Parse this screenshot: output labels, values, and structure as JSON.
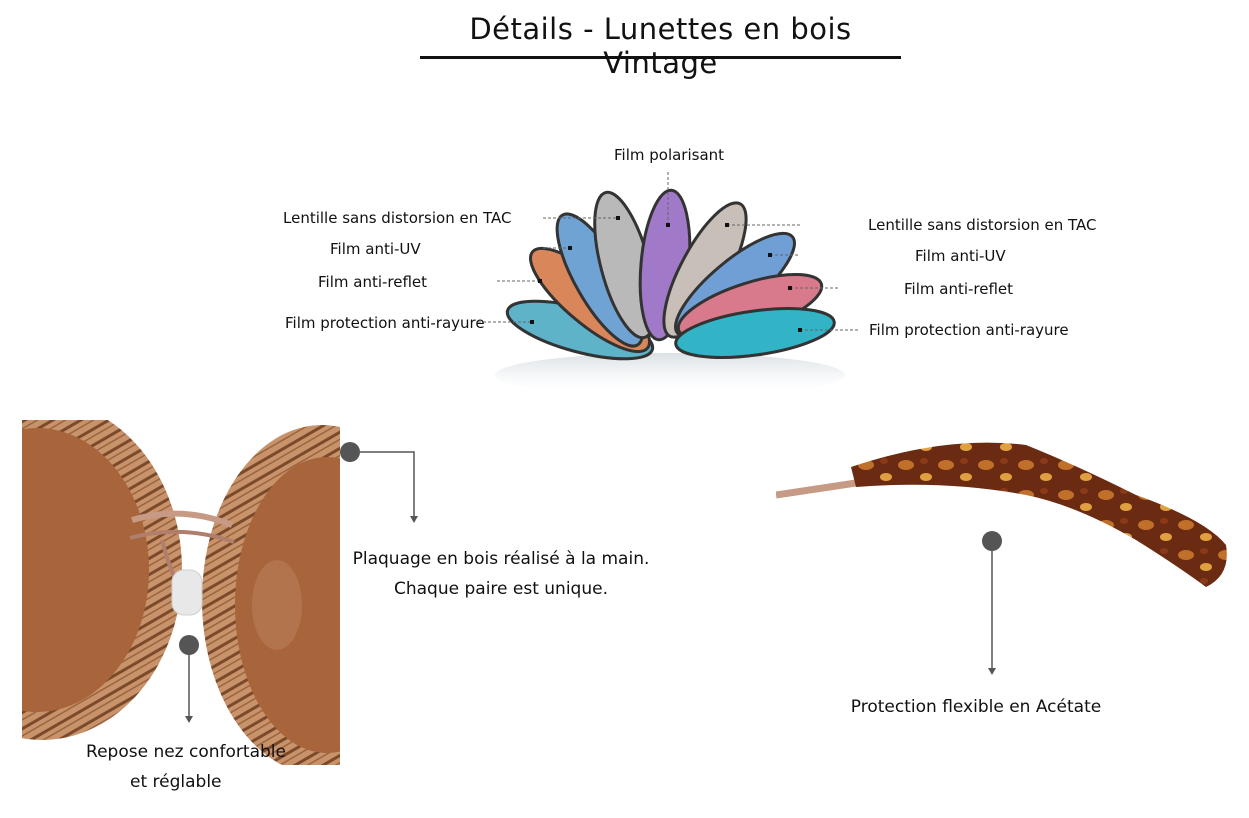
{
  "title": "Détails - Lunettes en bois Vintage",
  "lens_layers": {
    "top": "Film polarisant",
    "left": [
      "Lentille sans distorsion en TAC",
      "Film anti-UV",
      "Film anti-reflet",
      "Film protection anti-rayure"
    ],
    "right": [
      "Lentille sans distorsion en TAC",
      "Film anti-UV",
      "Film anti-reflet",
      "Film protection anti-rayure"
    ]
  },
  "features": {
    "veneer_line1": "Plaquage en bois réalisé à la main.",
    "veneer_line2": "Chaque paire est unique.",
    "nose_line1": "Repose nez confortable",
    "nose_line2": "et réglable",
    "temple": "Protection flexible en Acétate"
  },
  "colors": {
    "wood": "#b9825a",
    "lens": "#a8643a",
    "tortoise": "#6b2a12",
    "metal": "#c79a86"
  }
}
